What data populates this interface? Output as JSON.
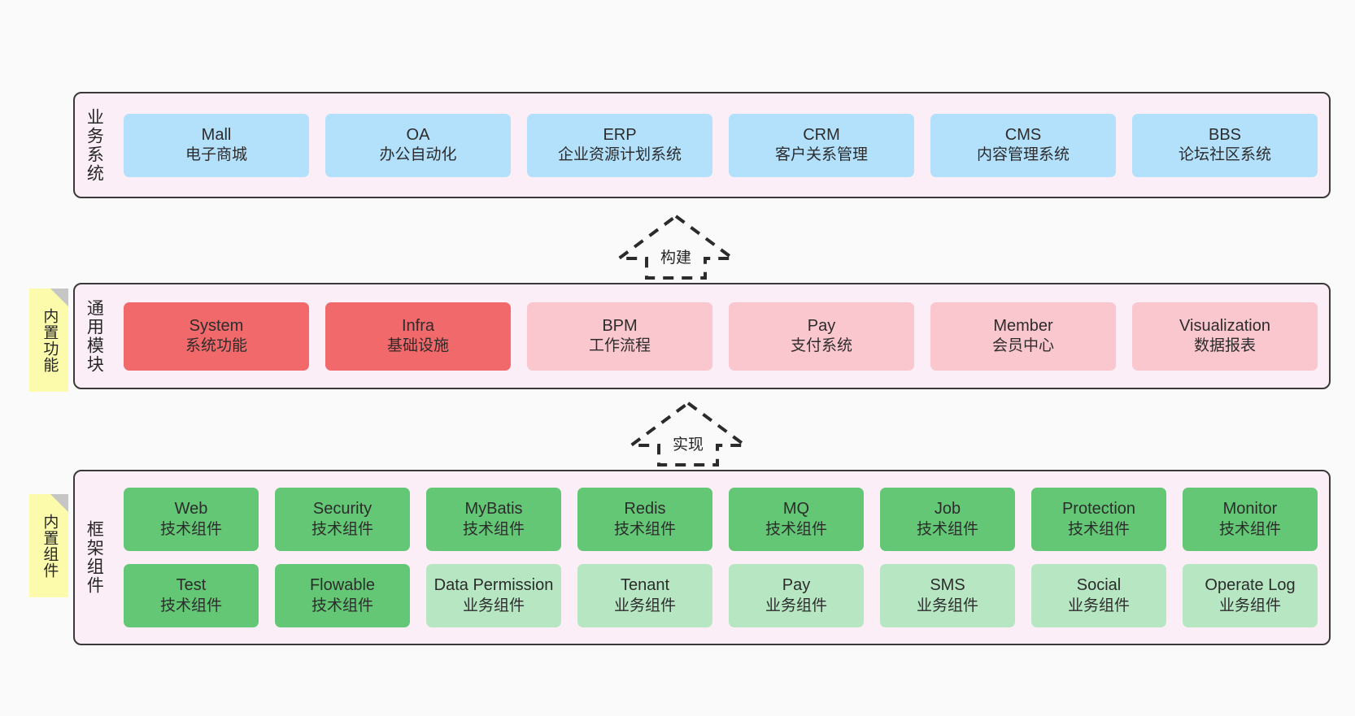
{
  "layers": [
    {
      "id": "business-systems",
      "label": "业务系统",
      "rows": [
        {
          "cells": [
            {
              "en": "Mall",
              "cn": "电子商城",
              "color": "c-blue"
            },
            {
              "en": "OA",
              "cn": "办公自动化",
              "color": "c-blue"
            },
            {
              "en": "ERP",
              "cn": "企业资源计划系统",
              "color": "c-blue"
            },
            {
              "en": "CRM",
              "cn": "客户关系管理",
              "color": "c-blue"
            },
            {
              "en": "CMS",
              "cn": "内容管理系统",
              "color": "c-blue"
            },
            {
              "en": "BBS",
              "cn": "论坛社区系统",
              "color": "c-blue"
            }
          ]
        }
      ]
    },
    {
      "id": "common-modules",
      "label": "通用模块",
      "note": "内置功能",
      "rows": [
        {
          "cells": [
            {
              "en": "System",
              "cn": "系统功能",
              "color": "c-red"
            },
            {
              "en": "Infra",
              "cn": "基础设施",
              "color": "c-red"
            },
            {
              "en": "BPM",
              "cn": "工作流程",
              "color": "c-pink"
            },
            {
              "en": "Pay",
              "cn": "支付系统",
              "color": "c-pink"
            },
            {
              "en": "Member",
              "cn": "会员中心",
              "color": "c-pink"
            },
            {
              "en": "Visualization",
              "cn": "数据报表",
              "color": "c-pink"
            }
          ]
        }
      ]
    },
    {
      "id": "framework-components",
      "label": "框架组件",
      "note": "内置组件",
      "rows": [
        {
          "cells": [
            {
              "en": "Web",
              "cn": "技术组件",
              "color": "c-green"
            },
            {
              "en": "Security",
              "cn": "技术组件",
              "color": "c-green"
            },
            {
              "en": "MyBatis",
              "cn": "技术组件",
              "color": "c-green"
            },
            {
              "en": "Redis",
              "cn": "技术组件",
              "color": "c-green"
            },
            {
              "en": "MQ",
              "cn": "技术组件",
              "color": "c-green"
            },
            {
              "en": "Job",
              "cn": "技术组件",
              "color": "c-green"
            },
            {
              "en": "Protection",
              "cn": "技术组件",
              "color": "c-green"
            },
            {
              "en": "Monitor",
              "cn": "技术组件",
              "color": "c-green"
            }
          ]
        },
        {
          "cells": [
            {
              "en": "Test",
              "cn": "技术组件",
              "color": "c-green"
            },
            {
              "en": "Flowable",
              "cn": "技术组件",
              "color": "c-green"
            },
            {
              "en": "Data Permission",
              "cn": "业务组件",
              "color": "c-lightgreen"
            },
            {
              "en": "Tenant",
              "cn": "业务组件",
              "color": "c-lightgreen"
            },
            {
              "en": "Pay",
              "cn": "业务组件",
              "color": "c-lightgreen"
            },
            {
              "en": "SMS",
              "cn": "业务组件",
              "color": "c-lightgreen"
            },
            {
              "en": "Social",
              "cn": "业务组件",
              "color": "c-lightgreen"
            },
            {
              "en": "Operate Log",
              "cn": "业务组件",
              "color": "c-lightgreen"
            }
          ]
        }
      ]
    }
  ],
  "arrows": [
    {
      "id": "build-arrow",
      "label": "构建"
    },
    {
      "id": "implement-arrow",
      "label": "实现"
    }
  ],
  "colors": {
    "layer_background": "#fbeef7",
    "layer_border": "#3a3a3a",
    "page_background": "#fafafa",
    "blue": "#b3e0fb",
    "red": "#f2696b",
    "pink": "#fac7ce",
    "green": "#63c775",
    "light_green": "#b6e6c2",
    "note_yellow": "#fbfbab",
    "note_fold": "#c6c6c6",
    "text": "#2c2c2c"
  }
}
